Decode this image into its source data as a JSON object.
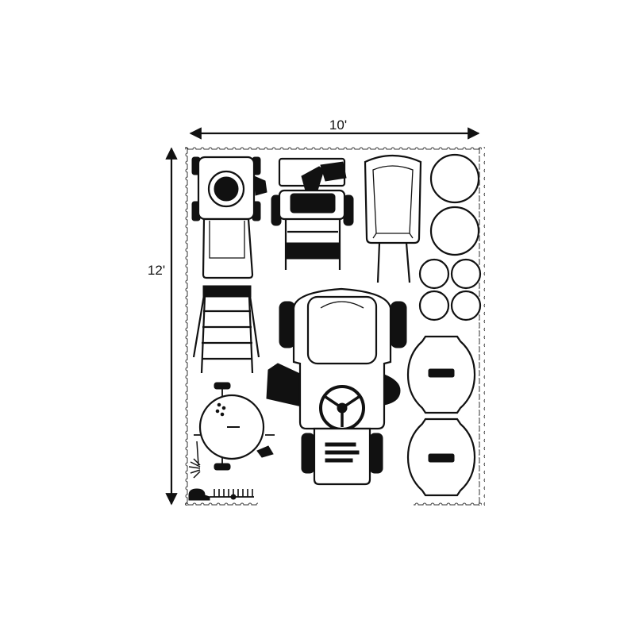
{
  "diagram": {
    "width_label": "10'",
    "height_label": "12'",
    "colors": {
      "ink": "#111111",
      "background": "#ffffff"
    },
    "items": [
      "riding-lawn-mower",
      "snow-blower",
      "wheelbarrow",
      "round-container",
      "step-ladder",
      "garden-tractor",
      "trash-can",
      "grill",
      "rake",
      "broom"
    ]
  }
}
